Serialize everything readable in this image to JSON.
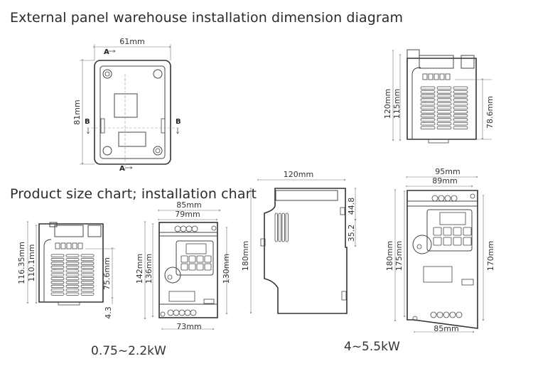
{
  "titles": {
    "top": "External panel warehouse installation dimension diagram",
    "middle": "Product size chart; installation chart"
  },
  "captions": {
    "small_range": "0.75~2.2kW",
    "large_range": "4~5.5kW"
  },
  "panel_front": {
    "width": "61mm",
    "height": "81mm",
    "section_a_top": "A",
    "section_a_bottom": "A",
    "section_b_left": "B",
    "section_b_right": "B"
  },
  "panel_side": {
    "overall_height": "120mm",
    "body_height": "115mm",
    "mount_height": "78.6mm"
  },
  "small_side": {
    "overall_height": "116.35mm",
    "body_height": "110.1mm",
    "mount_height": "75.6mm",
    "bottom_offset": "4.3"
  },
  "small_front": {
    "overall_width": "85mm",
    "body_width": "79mm",
    "overall_height": "142mm",
    "body_height": "136mm",
    "mount_height": "130mm",
    "mount_width": "73mm"
  },
  "large_side": {
    "depth": "120mm",
    "height": "180mm",
    "upper_offset": "44.8",
    "lower_offset": "35.2"
  },
  "large_front": {
    "overall_width": "95mm",
    "body_width": "89mm",
    "overall_height": "180mm",
    "body_height": "175mm",
    "mount_height": "170mm",
    "mount_width": "85mm"
  }
}
